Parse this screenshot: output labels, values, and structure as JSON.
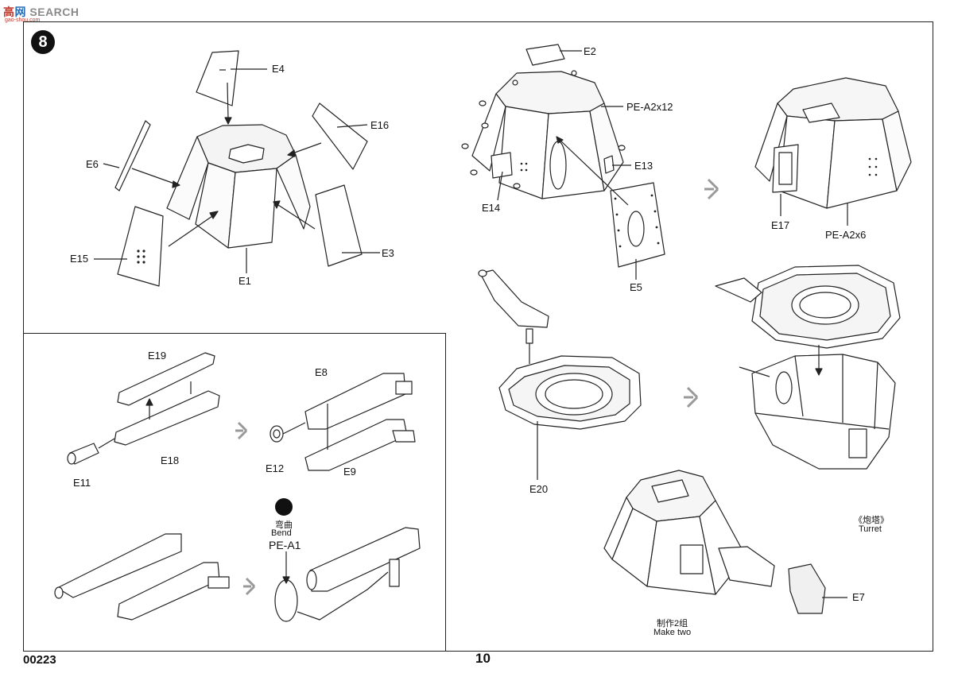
{
  "watermark": {
    "part1": "高",
    "part2": "网",
    "part3": "SEARCH",
    "sub": "gao-shou.com"
  },
  "step_number": "8",
  "footer": {
    "code": "00223",
    "page": "10"
  },
  "parts": {
    "E1": "E1",
    "E2": "E2",
    "E3": "E3",
    "E4": "E4",
    "E5": "E5",
    "E6": "E6",
    "E7": "E7",
    "E8": "E8",
    "E9": "E9",
    "E11": "E11",
    "E12": "E12",
    "E13": "E13",
    "E14": "E14",
    "E15": "E15",
    "E16": "E16",
    "E17": "E17",
    "E18": "E18",
    "E19": "E19",
    "E20": "E20",
    "pe_a2x12": "PE-A2x12",
    "pe_a2x6": "PE-A2x6",
    "pe_a1": "PE-A1"
  },
  "notes": {
    "bend_cn": "弯曲",
    "bend_en": "Bend",
    "turret_cn": "《炮塔》",
    "turret_en": "Turret",
    "make_two_cn": "制作2组",
    "make_two_en": "Make two"
  },
  "icons": [
    "bend-icon",
    "step-badge",
    "assembly-arrow-icon"
  ]
}
